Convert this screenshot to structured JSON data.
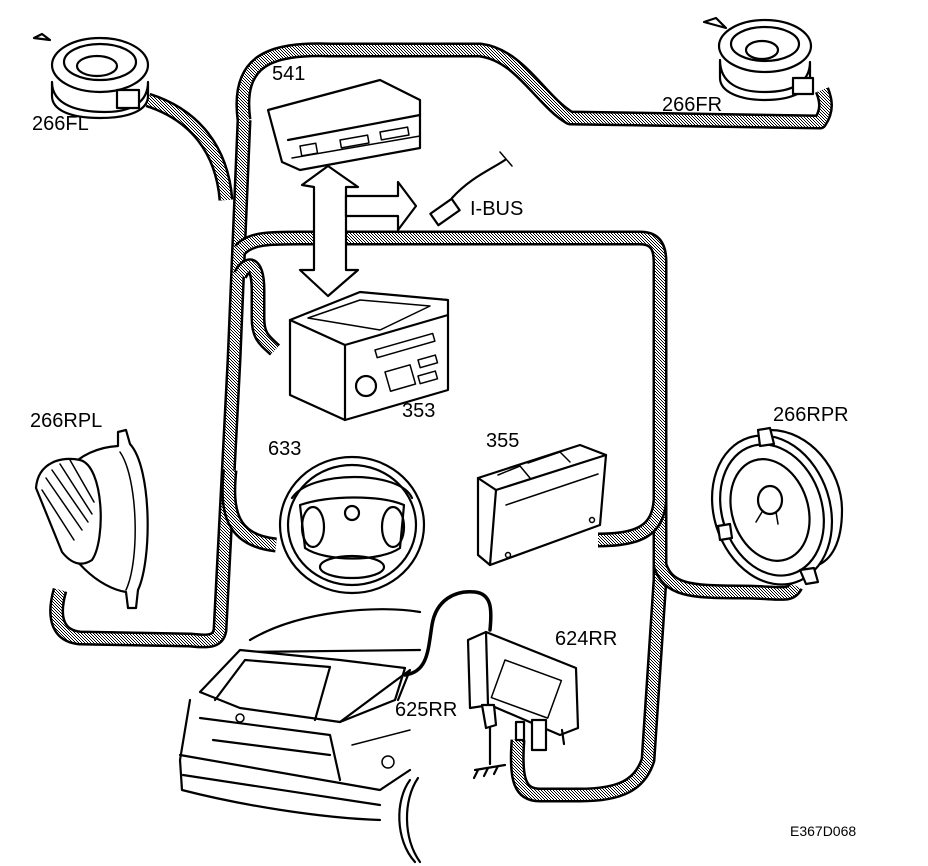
{
  "diagram": {
    "title": "Audio system component overview",
    "reference_code": "E367D068",
    "components": [
      {
        "id": "266FL",
        "label": "266FL",
        "description": "Front left speaker"
      },
      {
        "id": "266FR",
        "label": "266FR",
        "description": "Front right speaker"
      },
      {
        "id": "541",
        "label": "541",
        "description": "Display unit"
      },
      {
        "id": "353",
        "label": "353",
        "description": "Radio / head unit"
      },
      {
        "id": "633",
        "label": "633",
        "description": "Steering wheel with controls"
      },
      {
        "id": "355",
        "label": "355",
        "description": "CD changer"
      },
      {
        "id": "266RPL",
        "label": "266RPL",
        "description": "Rear left speaker"
      },
      {
        "id": "266RPR",
        "label": "266RPR",
        "description": "Rear right speaker"
      },
      {
        "id": "624RR",
        "label": "624RR",
        "description": "Antenna amplifier"
      },
      {
        "id": "625RR",
        "label": "625RR",
        "description": "Rear window antenna"
      }
    ],
    "bus_label": "I-BUS",
    "colors": {
      "line": "#000000",
      "background": "#ffffff",
      "harness_fill": "#9a9a9a"
    }
  }
}
